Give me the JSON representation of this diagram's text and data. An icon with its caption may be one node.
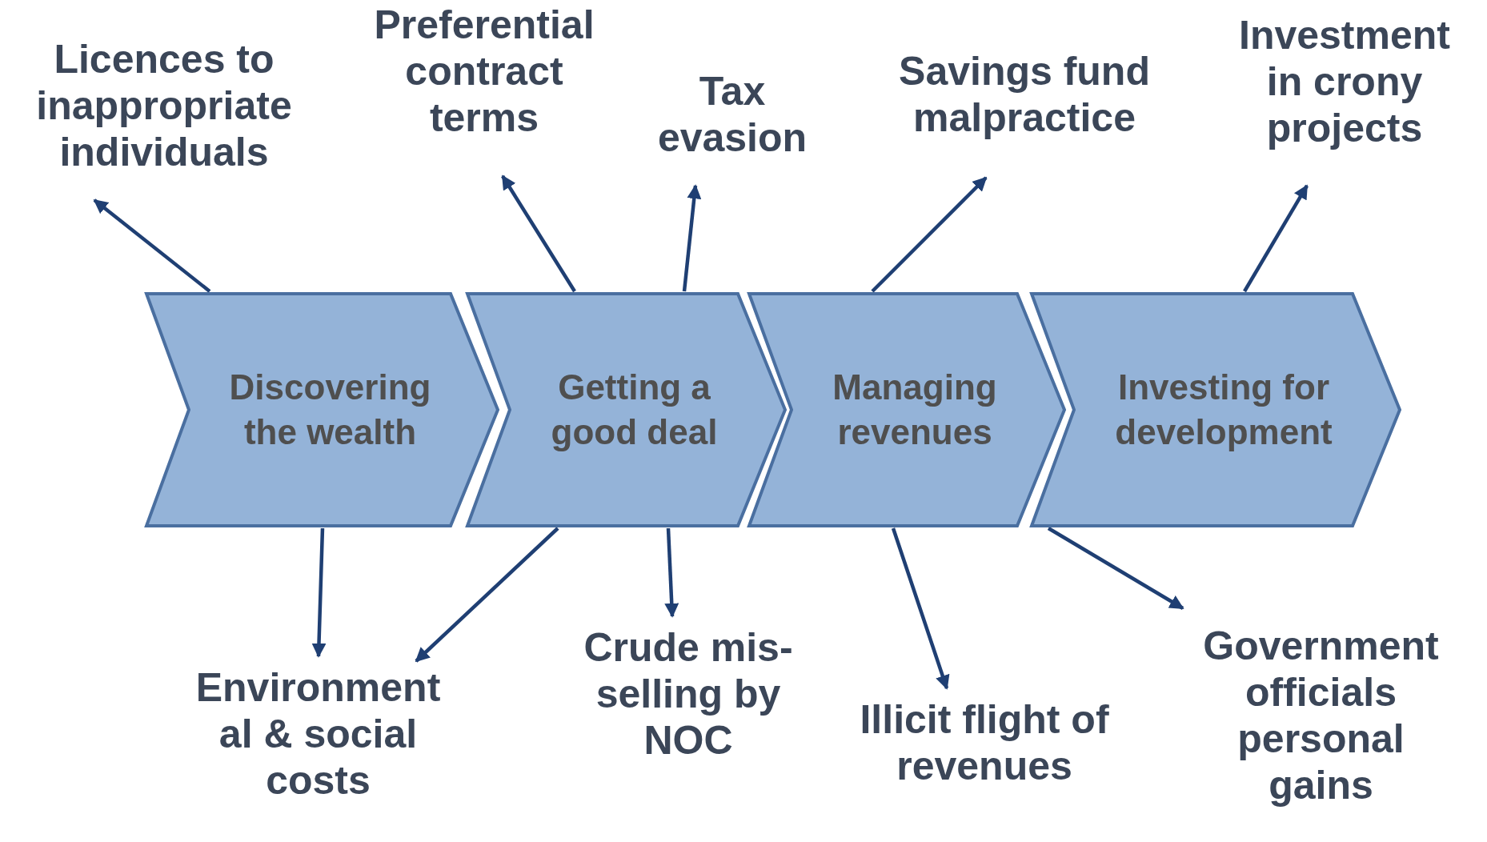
{
  "diagram": {
    "nodes": [
      {
        "text": [
          "Discovering the wealth"
        ]
      },
      {
        "text": [
          "Getting a good deal"
        ]
      },
      {
        "text": [
          "Managing revenues"
        ]
      },
      {
        "text": [
          "Investing for development"
        ]
      },
      {
        "text": [
          "Licences to inappropriate individuals"
        ]
      },
      {
        "text": [
          "Preferential contract terms"
        ]
      },
      {
        "text": [
          "Tax evasion"
        ]
      },
      {
        "text": [
          "Savings fund malpractice"
        ]
      },
      {
        "text": [
          "Investment in crony projects"
        ]
      },
      {
        "text": [
          "Environment al & social costs"
        ]
      },
      {
        "text": [
          "Crude mis-selling by NOC"
        ]
      },
      {
        "text": [
          "Illicit flight of revenues"
        ]
      },
      {
        "text": [
          "Government officials personal gains"
        ]
      }
    ],
    "edges": [
      {
        "from": 0,
        "to": 4,
        "arrow": "to"
      },
      {
        "from": 1,
        "to": 5,
        "arrow": "to"
      },
      {
        "from": 1,
        "to": 6,
        "arrow": "to"
      },
      {
        "from": 2,
        "to": 7,
        "arrow": "to"
      },
      {
        "from": 3,
        "to": 8,
        "arrow": "to"
      },
      {
        "from": 0,
        "to": 9,
        "arrow": "to"
      },
      {
        "from": 1,
        "to": 9,
        "arrow": "to"
      },
      {
        "from": 1,
        "to": 10,
        "arrow": "to"
      },
      {
        "from": 2,
        "to": 11,
        "arrow": "to"
      },
      {
        "from": 3,
        "to": 12,
        "arrow": "to"
      }
    ]
  }
}
